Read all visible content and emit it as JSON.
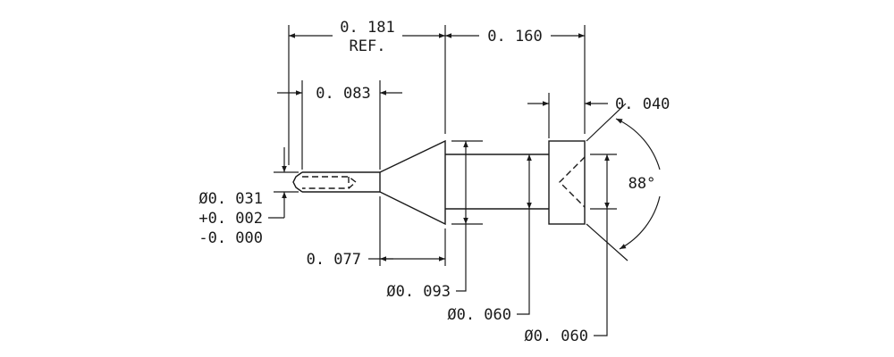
{
  "dimensions": {
    "overall_ref": "0. 181",
    "overall_ref_note": "REF.",
    "right_length": "0. 160",
    "tip_length": "0. 083",
    "head_thickness": "0. 040",
    "tip_diameter": "Ø0. 031",
    "tip_tol_plus": "+0. 002",
    "tip_tol_minus": "-0. 000",
    "taper_length": "0. 077",
    "collar_diameter": "Ø0. 093",
    "shaft_diameter": "Ø0. 060",
    "head_diameter": "Ø0. 060",
    "cone_angle": "88°"
  }
}
